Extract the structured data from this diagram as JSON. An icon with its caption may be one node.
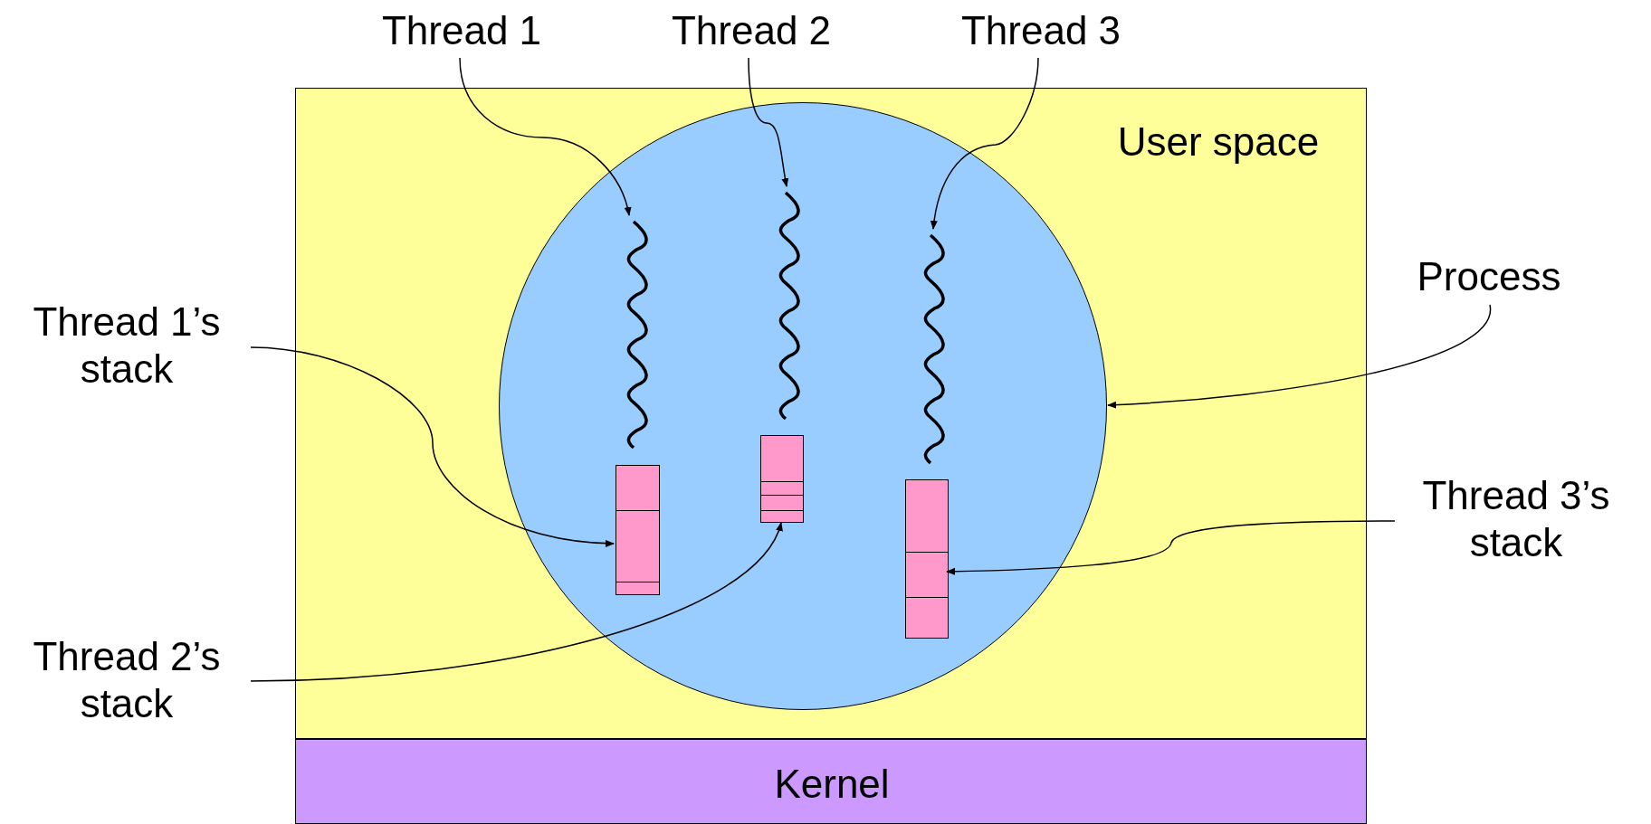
{
  "diagram": {
    "nodes": [
      {
        "text": [
          "User space"
        ]
      },
      {
        "text": [
          "Kernel"
        ]
      },
      {
        "text": [],
        "shape": "circle",
        "in": 0
      },
      {
        "text": [],
        "shape": "squiggle",
        "in": 2
      },
      {
        "text": [],
        "shape": "squiggle",
        "in": 2
      },
      {
        "text": [],
        "shape": "squiggle",
        "in": 2
      },
      {
        "text": [],
        "shape": "box",
        "in": 2
      },
      {
        "text": [],
        "shape": "box",
        "in": 2
      },
      {
        "text": [],
        "shape": "box",
        "in": 2
      },
      {
        "text": [
          "Thread 1"
        ]
      },
      {
        "text": [
          "Thread 2"
        ]
      },
      {
        "text": [
          "Thread 3"
        ]
      },
      {
        "text": [
          "Process"
        ]
      },
      {
        "text": [
          "Thread 1’s stack"
        ]
      },
      {
        "text": [
          "Thread 2’s stack"
        ]
      },
      {
        "text": [
          "Thread 3’s stack"
        ]
      }
    ],
    "edges": [
      {
        "from": 9,
        "to": 3,
        "arrow": "to"
      },
      {
        "from": 10,
        "to": 4,
        "arrow": "to"
      },
      {
        "from": 11,
        "to": 5,
        "arrow": "to"
      },
      {
        "from": 12,
        "to": 2,
        "arrow": "to"
      },
      {
        "from": 13,
        "to": 6,
        "arrow": "to"
      },
      {
        "from": 14,
        "to": 7,
        "arrow": "to"
      },
      {
        "from": 15,
        "to": 8,
        "arrow": "to"
      }
    ]
  }
}
